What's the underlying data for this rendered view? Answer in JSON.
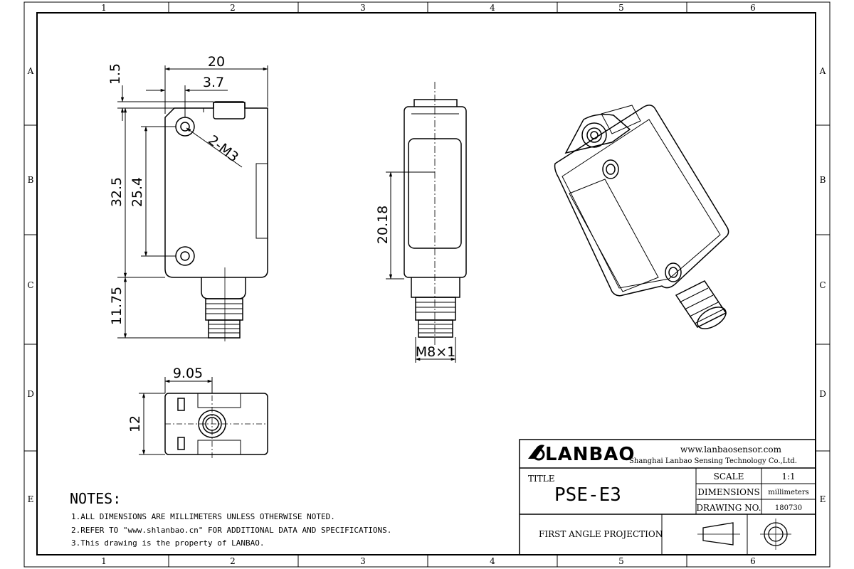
{
  "grid": {
    "columns": [
      "1",
      "2",
      "3",
      "4",
      "5",
      "6"
    ],
    "rows": [
      "A",
      "B",
      "C",
      "D",
      "E"
    ]
  },
  "dimensions": {
    "width_total": "20",
    "offset_3_7": "3.7",
    "offset_1_5": "1.5",
    "thread_hole": "2-M3",
    "height_32_5": "32.5",
    "hole_pitch": "25.4",
    "connector_len": "11.75",
    "window_height": "20.18",
    "thread_size": "M8×1",
    "bottom_width": "9.05",
    "bottom_depth": "12"
  },
  "title_block": {
    "logo": "LANBAO",
    "website": "www.lanbaosensor.com",
    "company": "Shanghai Lanbao Sensing Technology Co.,Ltd.",
    "title_label": "TITLE",
    "title_value": "PSE-E3",
    "scale_label": "SCALE",
    "scale_value": "1:1",
    "dimensions_label": "DIMENSIONS",
    "dimensions_value": "millimeters",
    "drawing_no_label": "DRAWING NO.",
    "drawing_no_value": "180730",
    "projection": "FIRST ANGLE PROJECTION"
  },
  "notes": {
    "heading": "NOTES:",
    "items": [
      "1.ALL DIMENSIONS ARE MILLIMETERS UNLESS OTHERWISE NOTED.",
      "2.REFER TO \"www.shlanbao.cn\" FOR ADDITIONAL DATA AND SPECIFICATIONS.",
      "3.This drawing is the property of LANBAO."
    ]
  }
}
